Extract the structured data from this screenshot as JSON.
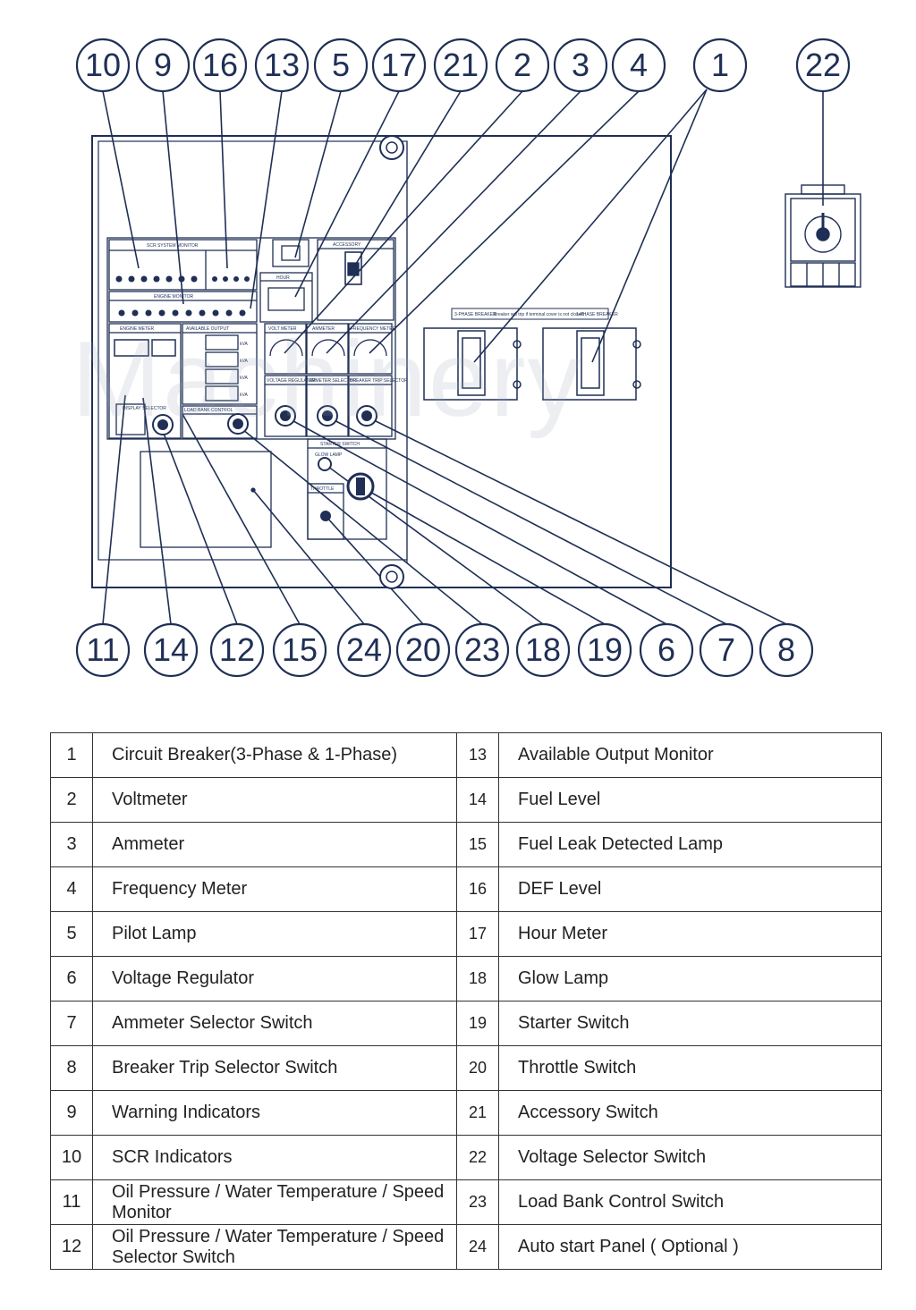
{
  "watermark": "Machinery",
  "callouts_top": [
    "10",
    "9",
    "16",
    "13",
    "5",
    "17",
    "21",
    "2",
    "3",
    "4",
    "1",
    "22"
  ],
  "callouts_bottom": [
    "11",
    "14",
    "12",
    "15",
    "24",
    "20",
    "23",
    "18",
    "19",
    "6",
    "7",
    "8"
  ],
  "panel_labels": {
    "scr_system_monitor": "SCR SYSTEM MONITOR",
    "engine_monitor": "ENGINE MONITOR",
    "engine_meter": "ENGINE METER",
    "available_output": "AVAILABLE OUTPUT",
    "load_bank_control": "LOAD BANK CONTROL",
    "display_selector": "DISPLAY SELECTOR",
    "hour": "HOUR",
    "accessory": "ACCESSORY",
    "volt_meter": "VOLT METER",
    "ammeter": "AMMETER",
    "frequency_meter": "FREQUENCY METER",
    "voltage_regulator": "VOLTAGE REGULATOR",
    "ammeter_selector": "AMMETER SELECTOR",
    "breaker_trip_selector": "BREAKER TRIP SELECTOR",
    "starter_switch": "STARTER SWITCH",
    "throttle": "THROTTLE",
    "glow_lamp": "GLOW LAMP",
    "kva": "kVA",
    "three_phase_breaker": "3-PHASE BREAKER",
    "breaker_warning": "Breaker will trip if terminal cover is not closed.",
    "one_phase_breaker": "1-PHASE BREAKER"
  },
  "legend": [
    {
      "left_num": "1",
      "left_desc": "Circuit Breaker(3-Phase & 1-Phase)",
      "right_num": "13",
      "right_desc": "Available Output Monitor"
    },
    {
      "left_num": "2",
      "left_desc": "Voltmeter",
      "right_num": "14",
      "right_desc": "Fuel Level"
    },
    {
      "left_num": "3",
      "left_desc": "Ammeter",
      "right_num": "15",
      "right_desc": "Fuel Leak Detected Lamp"
    },
    {
      "left_num": "4",
      "left_desc": "Frequency Meter",
      "right_num": "16",
      "right_desc": "DEF Level"
    },
    {
      "left_num": "5",
      "left_desc": "Pilot Lamp",
      "right_num": "17",
      "right_desc": "Hour Meter"
    },
    {
      "left_num": "6",
      "left_desc": "Voltage Regulator",
      "right_num": "18",
      "right_desc": "Glow Lamp"
    },
    {
      "left_num": "7",
      "left_desc": "Ammeter Selector Switch",
      "right_num": "19",
      "right_desc": "Starter Switch"
    },
    {
      "left_num": "8",
      "left_desc": "Breaker Trip Selector Switch",
      "right_num": "20",
      "right_desc": "Throttle Switch"
    },
    {
      "left_num": "9",
      "left_desc": "Warning Indicators",
      "right_num": "21",
      "right_desc": "Accessory Switch"
    },
    {
      "left_num": "10",
      "left_desc": "SCR Indicators",
      "right_num": "22",
      "right_desc": "Voltage Selector Switch"
    },
    {
      "left_num": "11",
      "left_desc": "Oil Pressure / Water Temperature / Speed Monitor",
      "right_num": "23",
      "right_desc": "Load Bank Control Switch"
    },
    {
      "left_num": "12",
      "left_desc": "Oil Pressure / Water Temperature / Speed Selector Switch",
      "right_num": "24",
      "right_desc": "Auto start Panel ( Optional )"
    }
  ]
}
